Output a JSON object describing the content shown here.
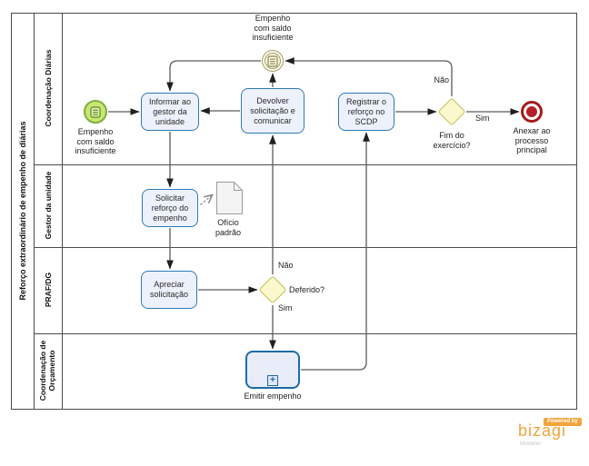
{
  "pool": {
    "title": "Reforço extraordinário de empenho de diárias"
  },
  "lanes": [
    {
      "label": "Coordenação Diárias"
    },
    {
      "label": "Gestor da unidade"
    },
    {
      "label": "PRAF/DG"
    },
    {
      "label": "Coordenação de\nOrçamento"
    }
  ],
  "nodes": {
    "start_event": {
      "label": "Empenho\ncom saldo\ninsuficiente"
    },
    "intermediate_event": {
      "label": "Empenho\ncom saldo\ninsuficiente"
    },
    "task_informar": {
      "label": "Informar ao\ngestor da\nunidade"
    },
    "task_devolver": {
      "label": "Devolver\nsolicitação e\ncomunicar"
    },
    "task_registrar": {
      "label": "Registrar o\nreforço no\nSCDP"
    },
    "task_solicitar": {
      "label": "Solicitar\nreforço do\nempenho"
    },
    "task_apreciar": {
      "label": "Apreciar\nsolicitação"
    },
    "subprocess_emitir": {
      "label": "Emitir empenho",
      "marker": "+"
    },
    "data_oficio": {
      "label": "Ofício\npadrão"
    },
    "gateway_fim": {
      "label": "Fim do\nexercício?",
      "yes": "Sim",
      "no": "Não"
    },
    "gateway_deferido": {
      "label": "Deferido?",
      "yes": "Sim",
      "no": "Não"
    },
    "end_event": {
      "label": "Anexar ao\nprocesso\nprincipal"
    }
  },
  "logo": {
    "powered_by": "Powered by",
    "brand": "bizagi",
    "product": "Modeler"
  },
  "colors": {
    "task_border": "#2d7ab8",
    "task_fill": "#edf1fb",
    "subprocess_border": "#1d6ba6",
    "start_border": "#7ab13e",
    "start_fill": "#c9e673",
    "inter_border": "#a49c5c",
    "inter_fill": "#faf6e1",
    "gw_border": "#c2bd52",
    "gw_fill": "#fbf8cd",
    "end_border": "#a31c1c",
    "end_fill": "#b42025",
    "data_border": "#9c9c9c",
    "data_fill": "#f4f4f4",
    "line": "#5b5b5b",
    "border": "#4b4b4b",
    "logo_orange": "#f2a43c"
  }
}
